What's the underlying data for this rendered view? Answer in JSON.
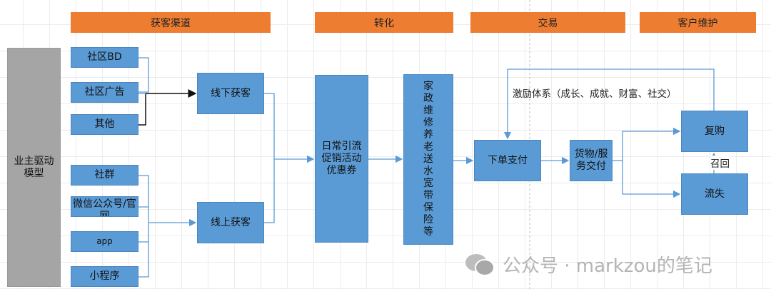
{
  "headers": [
    "获客渠道",
    "转化",
    "交易",
    "客户维护"
  ],
  "model": "业主驱动模型",
  "sources_offline": [
    "社区BD",
    "社区广告",
    "其他"
  ],
  "sources_online": [
    "社群",
    "微信公众号/官网",
    "app",
    "小程序"
  ],
  "acquire": {
    "offline": "线下获客",
    "online": "线上获客"
  },
  "conversion": {
    "traffic": "日常引流促销活动优惠券",
    "services": "家政维修养老送水宽带保险等"
  },
  "trade": {
    "order": "下单支付",
    "delivery": "货物/服务交付"
  },
  "retention": {
    "repurchase": "复购",
    "churn": "流失",
    "recall": "召回",
    "incentive": "激励体系（成长、成就、财富、社交）"
  },
  "watermark": "公众号 · markzou的笔记",
  "colors": {
    "header": "#ed7d31",
    "box": "#5b9bd5",
    "model": "#a5a5a5",
    "line": "#5b9bd5"
  }
}
